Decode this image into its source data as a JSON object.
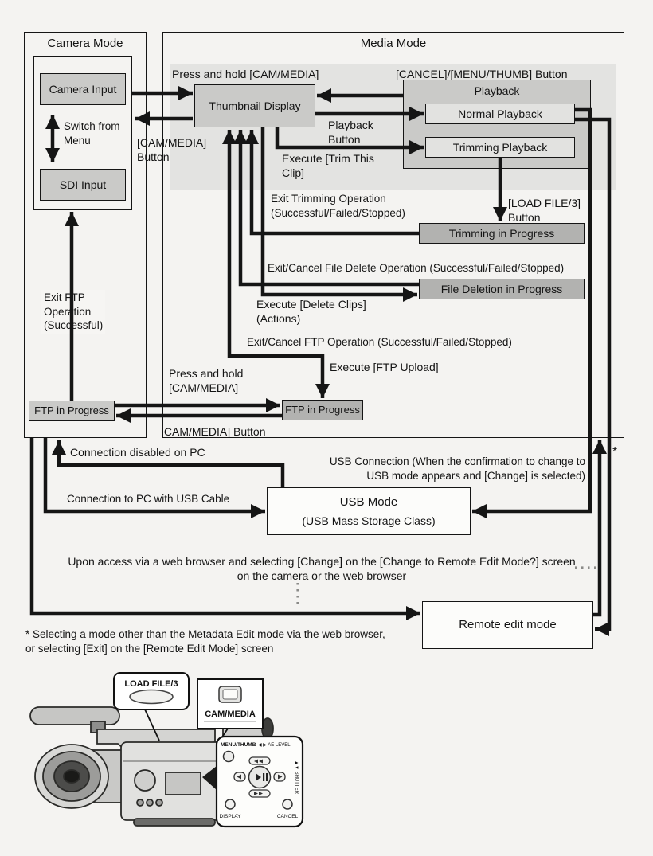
{
  "camera_mode": {
    "title": "Camera Mode",
    "camera_input": "Camera Input",
    "switch_from_menu": "Switch from\nMenu",
    "sdi_input": "SDI Input",
    "exit_ftp_note": "Exit FTP\nOperation\n(Successful)",
    "ftp_in_progress": "FTP in Progress"
  },
  "media_mode": {
    "title": "Media Mode",
    "press_and_hold_top": "Press and hold [CAM/MEDIA]",
    "cancel_menu_thumb_button": "[CANCEL]/[MENU/THUMB] Button",
    "thumbnail_display": "Thumbnail Display",
    "playback_group": "Playback",
    "normal_playback": "Normal Playback",
    "trimming_playback": "Trimming Playback",
    "playback_button": "Playback\nButton",
    "cam_media_button_left": "[CAM/MEDIA]\nButton",
    "execute_trim": "Execute [Trim This\nClip]",
    "exit_trimming": "Exit Trimming Operation\n(Successful/Failed/Stopped)",
    "load_file_button": "[LOAD FILE/3]\nButton",
    "trimming_in_progress": "Trimming in Progress",
    "exit_cancel_delete": "Exit/Cancel File Delete Operation (Successful/Failed/Stopped)",
    "execute_delete": "Execute [Delete Clips]\n(Actions)",
    "file_deletion_in_progress": "File Deletion in Progress",
    "exit_cancel_ftp": "Exit/Cancel FTP Operation (Successful/Failed/Stopped)",
    "execute_ftp": "Execute [FTP Upload]",
    "press_and_hold_bottom": "Press and hold\n[CAM/MEDIA]",
    "ftp_in_progress": "FTP in Progress",
    "cam_media_button_bottom": "[CAM/MEDIA] Button"
  },
  "pc_section": {
    "connection_disabled": "Connection disabled on PC",
    "usb_connection_note": "USB Connection (When the confirmation to change to\nUSB mode appears and [Change] is selected)",
    "connection_to_pc": "Connection to PC with USB Cable",
    "usb_mode_title": "USB Mode",
    "usb_mode_subtitle": "(USB Mass Storage Class)",
    "web_browser_note": "Upon access via a web browser and selecting [Change] on the [Change to Remote Edit Mode?] screen on the camera or the web browser",
    "remote_edit_mode": "Remote edit mode",
    "asterisk": "*",
    "footnote": "* Selecting a mode other than the Metadata Edit mode via the web browser,\nor selecting [Exit] on the [Remote Edit Mode] screen"
  },
  "camera_illustration": {
    "load_file_label": "LOAD FILE/3",
    "cam_media_label": "CAM/MEDIA",
    "menu_thumb_label": "MENU/THUMB",
    "ae_level_label": "◀ ▶ AE LEVEL",
    "shutter_label": "▲▼ SHUTTER",
    "display_label": "DISPLAY",
    "cancel_label": "CANCEL"
  },
  "colors": {
    "line": "#151515",
    "node_gray": "#cacac8",
    "node_dark_gray": "#b2b2b0",
    "band_gray": "#e3e3e1",
    "background": "#f4f3f1"
  }
}
